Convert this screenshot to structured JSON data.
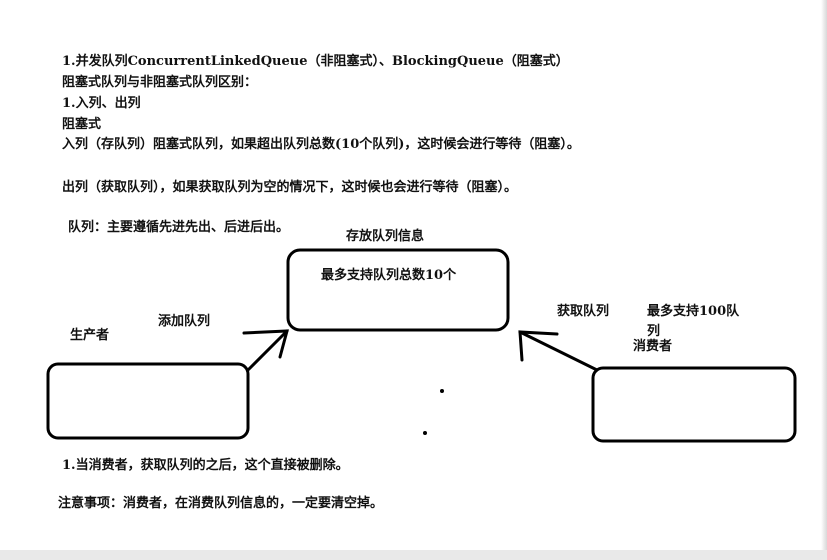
{
  "notes": {
    "line1": "1.并发队列ConcurrentLinkedQueue（非阻塞式）、BlockingQueue（阻塞式）",
    "line2": "阻塞式队列与非阻塞式队列区别：",
    "line3": "1.入列、出列",
    "line4": "阻塞式",
    "line5": "入列（存队列）阻塞式队列，如果超出队列总数(10个队列)，这时候会进行等待（阻塞）。",
    "line6": "出列（获取队列），如果获取队列为空的情况下，这时候也会进行等待（阻塞）。",
    "line7": "队列：主要遵循先进先出、后进后出。"
  },
  "diagram": {
    "queue_label": "存放队列信息",
    "queue_capacity": "最多支持队列总数10个",
    "producer_label": "生产者",
    "add_label": "添加队列",
    "get_label": "获取队列",
    "consumer_capacity_a": "最多支持100队",
    "consumer_capacity_b": "列",
    "consumer_label": "消费者"
  },
  "footer": {
    "line1": "1.当消费者，获取队列的之后，这个直接被删除。",
    "line2": "注意事项：消费者，在消费队列信息的，一定要清空掉。"
  }
}
